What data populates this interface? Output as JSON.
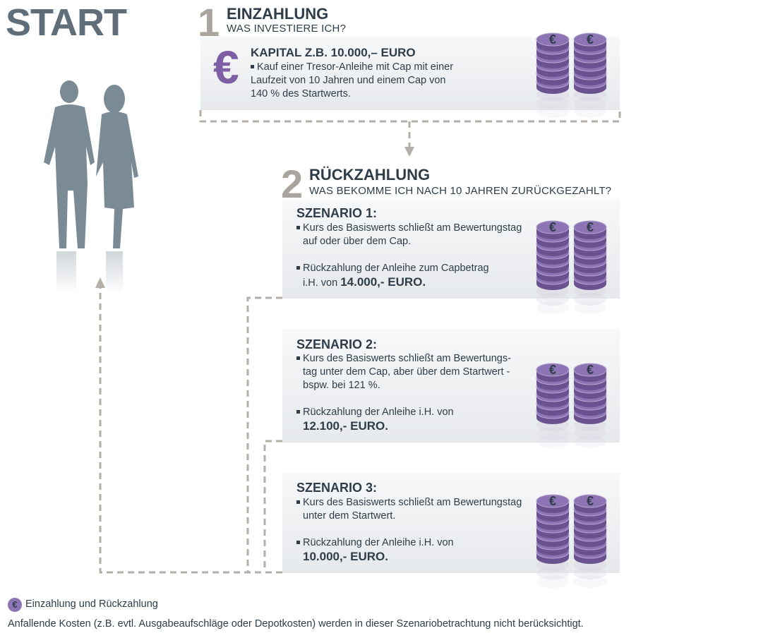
{
  "start_label": "START",
  "step1": {
    "number": "1",
    "title": "EINZAHLUNG",
    "subtitle": "WAS INVESTIERE ICH?",
    "capital_title": "KAPITAL Z.B. 10.000,– EURO",
    "bullet_line1": "Kauf einer Tresor-Anleihe mit Cap mit einer",
    "bullet_line2": "Laufzeit von 10 Jahren und einem Cap von",
    "bullet_line3": "140 % des Startwerts."
  },
  "step2": {
    "number": "2",
    "title": "RÜCKZAHLUNG",
    "subtitle": "WAS BEKOMME ICH NACH 10 JAHREN ZURÜCKGEZAHLT?"
  },
  "scenarios": [
    {
      "title": "SZENARIO 1:",
      "b1_l1": "Kurs des Basiswerts schließt am Bewertungstag",
      "b1_l2": "auf oder über dem Cap.",
      "b2_l1": "Rückzahlung der Anleihe zum Capbetrag",
      "b2_prefix": "i.H. von ",
      "amount": "14.000,- EURO."
    },
    {
      "title": "SZENARIO 2:",
      "b1_l1": "Kurs des Basiswerts schließt am Bewertungs-",
      "b1_l2": "tag unter dem Cap, aber über dem Startwert -",
      "b1_l3": "bspw. bei 121 %.",
      "b2_l1": "Rückzahlung der Anleihe  i.H. von",
      "amount": "12.100,- EURO."
    },
    {
      "title": "SZENARIO 3:",
      "b1_l1": "Kurs des Basiswerts schließt am Bewertungstag",
      "b1_l2": "unter dem Startwert.",
      "b2_l1": "Rückzahlung der Anleihe i.H. von",
      "amount": "10.000,- EURO."
    }
  ],
  "legend": {
    "icon_glyph": "€",
    "label": "Einzahlung und Rückzahlung"
  },
  "footnote": "Anfallende Kosten (z.B. evtl. Ausgabeaufschläge oder Depotkosten) werden in dieser Szenariobetrachtung nicht berücksichtigt.",
  "coin_glyph": "€",
  "colors": {
    "coin_purple": "#8d74b4",
    "coin_dark": "#6a5290",
    "text_dark": "#2e3d49",
    "number_gray": "#a9a49d",
    "silhouette": "#7b8b96",
    "dashed_line": "#b3aea7"
  }
}
